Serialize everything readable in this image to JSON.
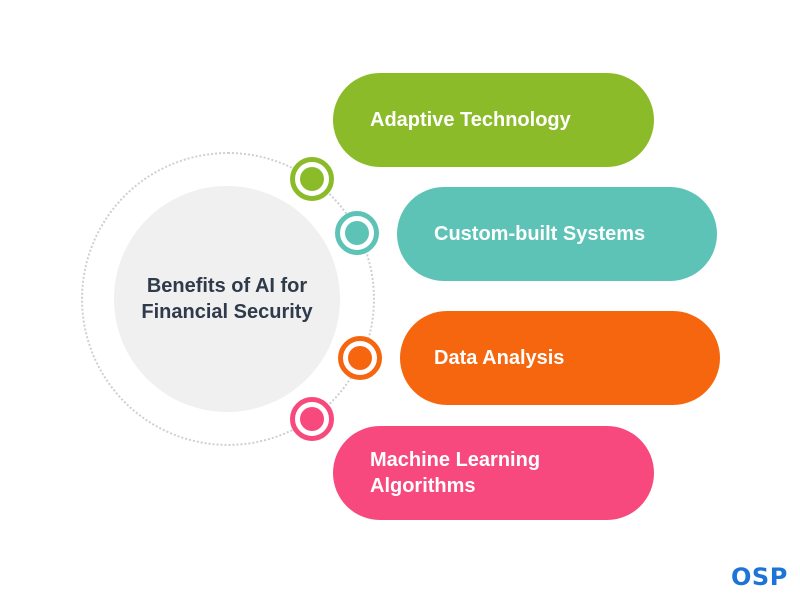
{
  "center": {
    "title": "Benefits of AI for Financial Security"
  },
  "benefits": [
    {
      "label": "Adaptive Technology",
      "color": "#8cbb2a"
    },
    {
      "label": "Custom-built Systems",
      "color": "#5cc3b6"
    },
    {
      "label": "Data Analysis",
      "color": "#f6660f"
    },
    {
      "label": "Machine Learning Algorithms",
      "color": "#f7497d"
    }
  ],
  "brand": {
    "logo_text": "OSP",
    "color": "#1e73d8"
  }
}
